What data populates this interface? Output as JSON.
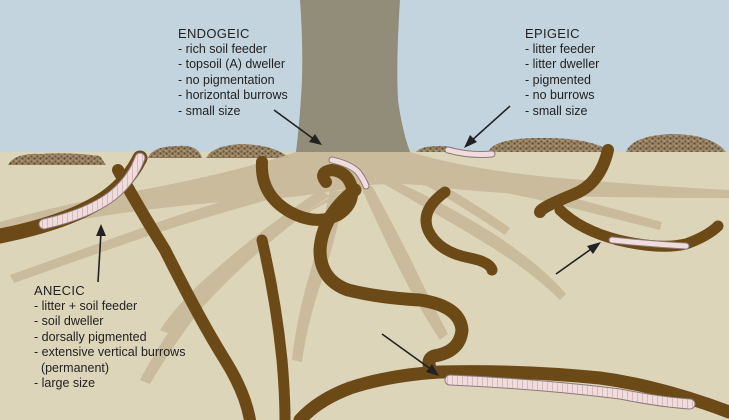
{
  "colors": {
    "sky": "#c4d4df",
    "soil": "#ddd5b9",
    "burrow": "#6b4a17",
    "trunk": "#928d79",
    "root": "#c7b999",
    "litter": "#8b7356",
    "worm_fill": "#f0dcdc",
    "worm_stroke": "#8a7a7a",
    "arrow": "#222222"
  },
  "labels": {
    "endogeic": {
      "title": "ENDOGEIC",
      "items": [
        "- rich soil feeder",
        "- topsoil (A) dweller",
        "- no pigmentation",
        "- horizontal burrows",
        "- small size"
      ]
    },
    "epigeic": {
      "title": "EPIGEIC",
      "items": [
        "- litter feeder",
        "- litter dweller",
        "- pigmented",
        "- no burrows",
        "- small size"
      ]
    },
    "anecic": {
      "title": "ANECIC",
      "items": [
        "- litter + soil feeder",
        "- soil dweller",
        "- dorsally pigmented",
        "- extensive vertical burrows",
        "  (permanent)",
        "- large size"
      ]
    }
  }
}
